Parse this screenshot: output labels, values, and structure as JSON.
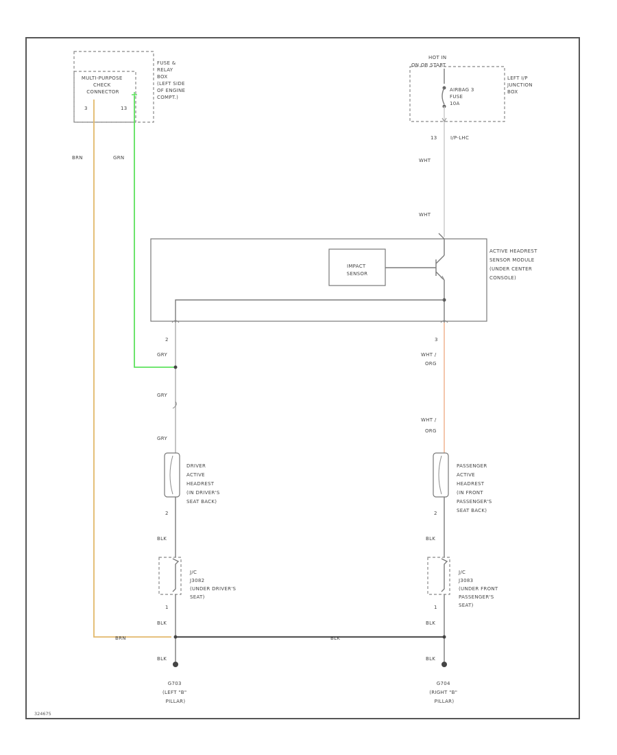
{
  "colors": {
    "brown": "#e2b86a",
    "green": "#5ce25c",
    "orange": "#f0b896",
    "black": "#555555",
    "frame": "#555555"
  },
  "top_left": {
    "check_connector": [
      "MULTI-PURPOSE",
      "CHECK",
      "CONNECTOR"
    ],
    "pin_left": "3",
    "pin_right": "13",
    "fuse_box": [
      "FUSE &",
      "RELAY",
      "BOX",
      "(LEFT SIDE",
      "OF ENGINE",
      "COMPT.)"
    ],
    "wire_left": "BRN",
    "wire_right": "GRN"
  },
  "top_right": {
    "hot": [
      "HOT IN",
      "ON OR START"
    ],
    "fuse": [
      "AIRBAG 3",
      "FUSE",
      "10A"
    ],
    "jb": [
      "LEFT I/P",
      "JUNCTION",
      "BOX"
    ],
    "pin": "13",
    "connector": "I/P-LHC",
    "wire1": "WHT",
    "wire2": "WHT"
  },
  "module": {
    "label": [
      "ACTIVE HEADREST",
      "SENSOR MODULE",
      "(UNDER CENTER",
      "CONSOLE)"
    ],
    "sensor": [
      "IMPACT",
      "SENSOR"
    ],
    "pin_left": "2",
    "pin_right": "3"
  },
  "left_branch": {
    "wire_a": "GRY",
    "wire_b": "GRY",
    "wire_c": "GRY",
    "headrest": [
      "DRIVER",
      "ACTIVE",
      "HEADREST",
      "(IN DRIVER'S",
      "SEAT BACK)"
    ],
    "pin_out": "2",
    "wire_d": "BLK",
    "jc": [
      "J/C",
      "J3082",
      "(UNDER DRIVER'S",
      "SEAT)"
    ],
    "jc_pin": "1",
    "wire_e": "BLK",
    "wire_f": "BLK",
    "ground": [
      "G703",
      "(LEFT \"B\"",
      "PILLAR)"
    ],
    "brn_bottom": "BRN"
  },
  "right_branch": {
    "wire_a": [
      "WHT /",
      "ORG"
    ],
    "wire_b": [
      "WHT /",
      "ORG"
    ],
    "headrest": [
      "PASSENGER",
      "ACTIVE",
      "HEADREST",
      "(IN FRONT",
      "PASSENGER'S",
      "SEAT BACK)"
    ],
    "pin_out": "2",
    "wire_d": "BLK",
    "jc": [
      "J/C",
      "J3083",
      "(UNDER FRONT",
      "PASSENGER'S",
      "SEAT)"
    ],
    "jc_pin": "1",
    "wire_e": "BLK",
    "wire_f": "BLK",
    "ground": [
      "G704",
      "(RIGHT \"B\"",
      "PILLAR)"
    ]
  },
  "bottom_wire": "BLK",
  "footer_code": "324675"
}
